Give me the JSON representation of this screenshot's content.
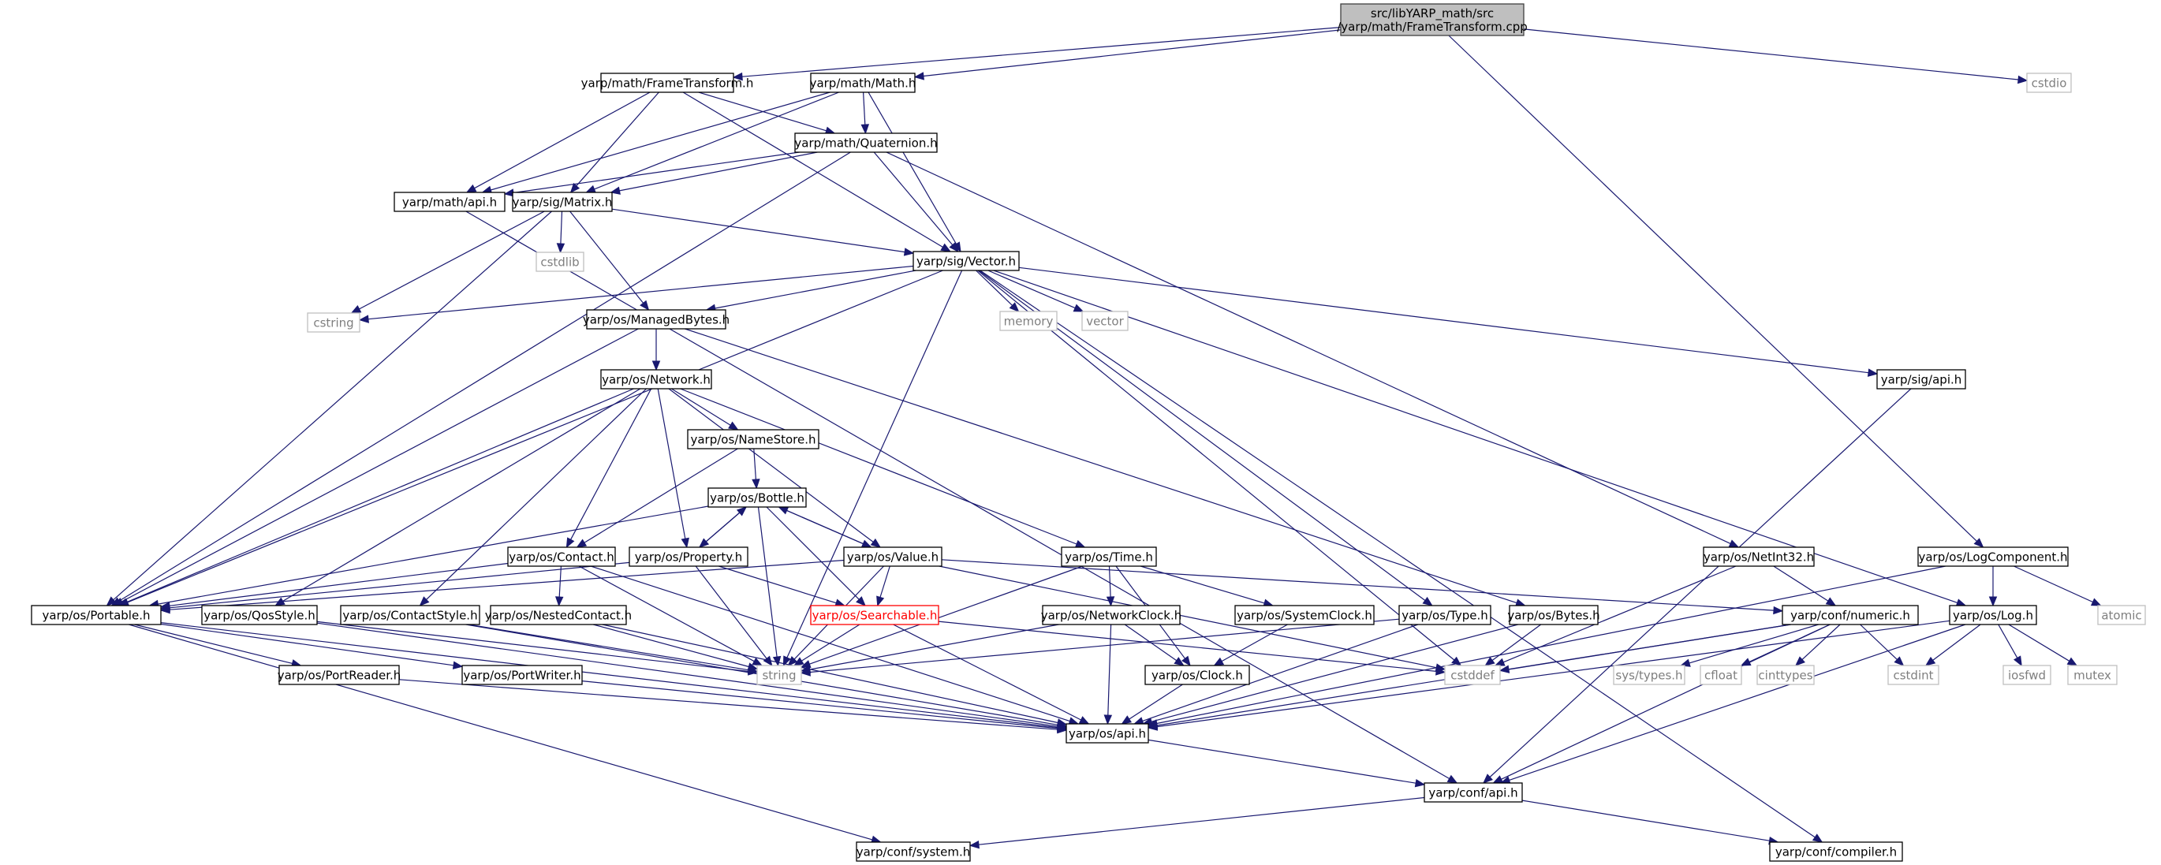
{
  "colors": {
    "edge": "#191970",
    "root_fill": "#bfbfbf",
    "root_border": "#404040",
    "node_border": "#000000",
    "external_border": "#bfbfbf",
    "external_text": "#7f7f7f",
    "missing_border": "#ff0000",
    "missing_text": "#ff0000"
  },
  "nodes": [
    {
      "id": "root",
      "kind": "root",
      "lines": [
        "src/libYARP_math/src",
        "/yarp/math/FrameTransform.cpp"
      ]
    },
    {
      "id": "ft",
      "kind": "header",
      "lines": [
        "yarp/math/FrameTransform.h"
      ]
    },
    {
      "id": "mathh",
      "kind": "header",
      "lines": [
        "yarp/math/Math.h"
      ]
    },
    {
      "id": "cstdio",
      "kind": "external",
      "lines": [
        "cstdio"
      ]
    },
    {
      "id": "quat",
      "kind": "header",
      "lines": [
        "yarp/math/Quaternion.h"
      ]
    },
    {
      "id": "mathapi",
      "kind": "header",
      "lines": [
        "yarp/math/api.h"
      ]
    },
    {
      "id": "matrix",
      "kind": "header",
      "lines": [
        "yarp/sig/Matrix.h"
      ]
    },
    {
      "id": "cstdlib",
      "kind": "external",
      "lines": [
        "cstdlib"
      ]
    },
    {
      "id": "vector",
      "kind": "header",
      "lines": [
        "yarp/sig/Vector.h"
      ]
    },
    {
      "id": "cstring",
      "kind": "external",
      "lines": [
        "cstring"
      ]
    },
    {
      "id": "managed",
      "kind": "header",
      "lines": [
        "yarp/os/ManagedBytes.h"
      ]
    },
    {
      "id": "memory",
      "kind": "external",
      "lines": [
        "memory"
      ]
    },
    {
      "id": "vectorstd",
      "kind": "external",
      "lines": [
        "vector"
      ]
    },
    {
      "id": "sigapi",
      "kind": "header",
      "lines": [
        "yarp/sig/api.h"
      ]
    },
    {
      "id": "network",
      "kind": "header",
      "lines": [
        "yarp/os/Network.h"
      ]
    },
    {
      "id": "namestore",
      "kind": "header",
      "lines": [
        "yarp/os/NameStore.h"
      ]
    },
    {
      "id": "bottle",
      "kind": "header",
      "lines": [
        "yarp/os/Bottle.h"
      ]
    },
    {
      "id": "contact",
      "kind": "header",
      "lines": [
        "yarp/os/Contact.h"
      ]
    },
    {
      "id": "property",
      "kind": "header",
      "lines": [
        "yarp/os/Property.h"
      ]
    },
    {
      "id": "value",
      "kind": "header",
      "lines": [
        "yarp/os/Value.h"
      ]
    },
    {
      "id": "time",
      "kind": "header",
      "lines": [
        "yarp/os/Time.h"
      ]
    },
    {
      "id": "netint",
      "kind": "header",
      "lines": [
        "yarp/os/NetInt32.h"
      ]
    },
    {
      "id": "logcomp",
      "kind": "header",
      "lines": [
        "yarp/os/LogComponent.h"
      ]
    },
    {
      "id": "portable",
      "kind": "header",
      "lines": [
        "yarp/os/Portable.h"
      ]
    },
    {
      "id": "qos",
      "kind": "header",
      "lines": [
        "yarp/os/QosStyle.h"
      ]
    },
    {
      "id": "contactstyle",
      "kind": "header",
      "lines": [
        "yarp/os/ContactStyle.h"
      ]
    },
    {
      "id": "nested",
      "kind": "header",
      "lines": [
        "yarp/os/NestedContact.h"
      ]
    },
    {
      "id": "searchable",
      "kind": "missing",
      "lines": [
        "yarp/os/Searchable.h"
      ]
    },
    {
      "id": "netclock",
      "kind": "header",
      "lines": [
        "yarp/os/NetworkClock.h"
      ]
    },
    {
      "id": "sysclock",
      "kind": "header",
      "lines": [
        "yarp/os/SystemClock.h"
      ]
    },
    {
      "id": "type",
      "kind": "header",
      "lines": [
        "yarp/os/Type.h"
      ]
    },
    {
      "id": "bytes",
      "kind": "header",
      "lines": [
        "yarp/os/Bytes.h"
      ]
    },
    {
      "id": "numeric",
      "kind": "header",
      "lines": [
        "yarp/conf/numeric.h"
      ]
    },
    {
      "id": "log",
      "kind": "header",
      "lines": [
        "yarp/os/Log.h"
      ]
    },
    {
      "id": "atomic",
      "kind": "external",
      "lines": [
        "atomic"
      ]
    },
    {
      "id": "portreader",
      "kind": "header",
      "lines": [
        "yarp/os/PortReader.h"
      ]
    },
    {
      "id": "portwriter",
      "kind": "header",
      "lines": [
        "yarp/os/PortWriter.h"
      ]
    },
    {
      "id": "string",
      "kind": "external",
      "lines": [
        "string"
      ]
    },
    {
      "id": "clock",
      "kind": "header",
      "lines": [
        "yarp/os/Clock.h"
      ]
    },
    {
      "id": "cstddef",
      "kind": "external",
      "lines": [
        "cstddef"
      ]
    },
    {
      "id": "systypes",
      "kind": "external",
      "lines": [
        "sys/types.h"
      ]
    },
    {
      "id": "cfloat",
      "kind": "external",
      "lines": [
        "cfloat"
      ]
    },
    {
      "id": "cinttypes",
      "kind": "external",
      "lines": [
        "cinttypes"
      ]
    },
    {
      "id": "cstdint",
      "kind": "external",
      "lines": [
        "cstdint"
      ]
    },
    {
      "id": "iosfwd",
      "kind": "external",
      "lines": [
        "iosfwd"
      ]
    },
    {
      "id": "mutex",
      "kind": "external",
      "lines": [
        "mutex"
      ]
    },
    {
      "id": "osapi",
      "kind": "header",
      "lines": [
        "yarp/os/api.h"
      ]
    },
    {
      "id": "confapi",
      "kind": "header",
      "lines": [
        "yarp/conf/api.h"
      ]
    },
    {
      "id": "system",
      "kind": "header",
      "lines": [
        "yarp/conf/system.h"
      ]
    },
    {
      "id": "compiler",
      "kind": "header",
      "lines": [
        "yarp/conf/compiler.h"
      ]
    }
  ],
  "edges": [
    [
      "root",
      "ft"
    ],
    [
      "root",
      "mathh"
    ],
    [
      "root",
      "cstdio"
    ],
    [
      "root",
      "logcomp"
    ],
    [
      "ft",
      "mathapi"
    ],
    [
      "ft",
      "matrix"
    ],
    [
      "ft",
      "quat"
    ],
    [
      "ft",
      "vector"
    ],
    [
      "mathh",
      "mathapi"
    ],
    [
      "mathh",
      "quat"
    ],
    [
      "mathh",
      "matrix"
    ],
    [
      "mathh",
      "vector"
    ],
    [
      "quat",
      "mathapi"
    ],
    [
      "quat",
      "matrix"
    ],
    [
      "quat",
      "vector"
    ],
    [
      "quat",
      "portable"
    ],
    [
      "quat",
      "netint"
    ],
    [
      "mathapi",
      "confapi"
    ],
    [
      "matrix",
      "cstdlib"
    ],
    [
      "matrix",
      "cstring"
    ],
    [
      "matrix",
      "vector"
    ],
    [
      "matrix",
      "managed"
    ],
    [
      "matrix",
      "portable"
    ],
    [
      "vector",
      "cstring"
    ],
    [
      "vector",
      "managed"
    ],
    [
      "vector",
      "memory"
    ],
    [
      "vector",
      "vectorstd"
    ],
    [
      "vector",
      "sigapi"
    ],
    [
      "vector",
      "portable"
    ],
    [
      "vector",
      "type"
    ],
    [
      "vector",
      "log"
    ],
    [
      "vector",
      "cstddef"
    ],
    [
      "vector",
      "string"
    ],
    [
      "sigapi",
      "confapi"
    ],
    [
      "managed",
      "network"
    ],
    [
      "managed",
      "portable"
    ],
    [
      "managed",
      "bytes"
    ],
    [
      "network",
      "namestore"
    ],
    [
      "network",
      "contact"
    ],
    [
      "network",
      "property"
    ],
    [
      "network",
      "value"
    ],
    [
      "network",
      "time"
    ],
    [
      "network",
      "portable"
    ],
    [
      "network",
      "qos"
    ],
    [
      "network",
      "contactstyle"
    ],
    [
      "namestore",
      "bottle"
    ],
    [
      "namestore",
      "contact"
    ],
    [
      "bottle",
      "property"
    ],
    [
      "bottle",
      "value"
    ],
    [
      "bottle",
      "searchable"
    ],
    [
      "bottle",
      "portable"
    ],
    [
      "bottle",
      "string"
    ],
    [
      "property",
      "bottle"
    ],
    [
      "property",
      "searchable"
    ],
    [
      "property",
      "string"
    ],
    [
      "property",
      "portable"
    ],
    [
      "value",
      "bottle"
    ],
    [
      "value",
      "searchable"
    ],
    [
      "value",
      "portable"
    ],
    [
      "value",
      "string"
    ],
    [
      "value",
      "numeric"
    ],
    [
      "value",
      "cstddef"
    ],
    [
      "contact",
      "nested"
    ],
    [
      "contact",
      "string"
    ],
    [
      "contact",
      "osapi"
    ],
    [
      "contact",
      "portable"
    ],
    [
      "time",
      "netclock"
    ],
    [
      "time",
      "sysclock"
    ],
    [
      "time",
      "clock"
    ],
    [
      "time",
      "string"
    ],
    [
      "netint",
      "numeric"
    ],
    [
      "netint",
      "cstddef"
    ],
    [
      "logcomp",
      "log"
    ],
    [
      "logcomp",
      "atomic"
    ],
    [
      "logcomp",
      "osapi"
    ],
    [
      "portable",
      "portreader"
    ],
    [
      "portable",
      "portwriter"
    ],
    [
      "portable",
      "osapi"
    ],
    [
      "portable",
      "system"
    ],
    [
      "qos",
      "string"
    ],
    [
      "qos",
      "osapi"
    ],
    [
      "contactstyle",
      "osapi"
    ],
    [
      "contactstyle",
      "string"
    ],
    [
      "nested",
      "string"
    ],
    [
      "nested",
      "osapi"
    ],
    [
      "searchable",
      "string"
    ],
    [
      "searchable",
      "osapi"
    ],
    [
      "searchable",
      "cstddef"
    ],
    [
      "netclock",
      "clock"
    ],
    [
      "netclock",
      "osapi"
    ],
    [
      "netclock",
      "string"
    ],
    [
      "sysclock",
      "clock"
    ],
    [
      "type",
      "string"
    ],
    [
      "type",
      "osapi"
    ],
    [
      "bytes",
      "cstddef"
    ],
    [
      "bytes",
      "osapi"
    ],
    [
      "numeric",
      "systypes"
    ],
    [
      "numeric",
      "cfloat"
    ],
    [
      "numeric",
      "cinttypes"
    ],
    [
      "numeric",
      "cstdint"
    ],
    [
      "numeric",
      "cstddef"
    ],
    [
      "numeric",
      "osapi"
    ],
    [
      "numeric",
      "confapi"
    ],
    [
      "log",
      "cstdint"
    ],
    [
      "log",
      "iosfwd"
    ],
    [
      "log",
      "mutex"
    ],
    [
      "log",
      "osapi"
    ],
    [
      "log",
      "confapi"
    ],
    [
      "portreader",
      "osapi"
    ],
    [
      "portwriter",
      "osapi"
    ],
    [
      "clock",
      "osapi"
    ],
    [
      "osapi",
      "confapi"
    ],
    [
      "confapi",
      "system"
    ],
    [
      "confapi",
      "compiler"
    ],
    [
      "vector",
      "compiler"
    ]
  ]
}
